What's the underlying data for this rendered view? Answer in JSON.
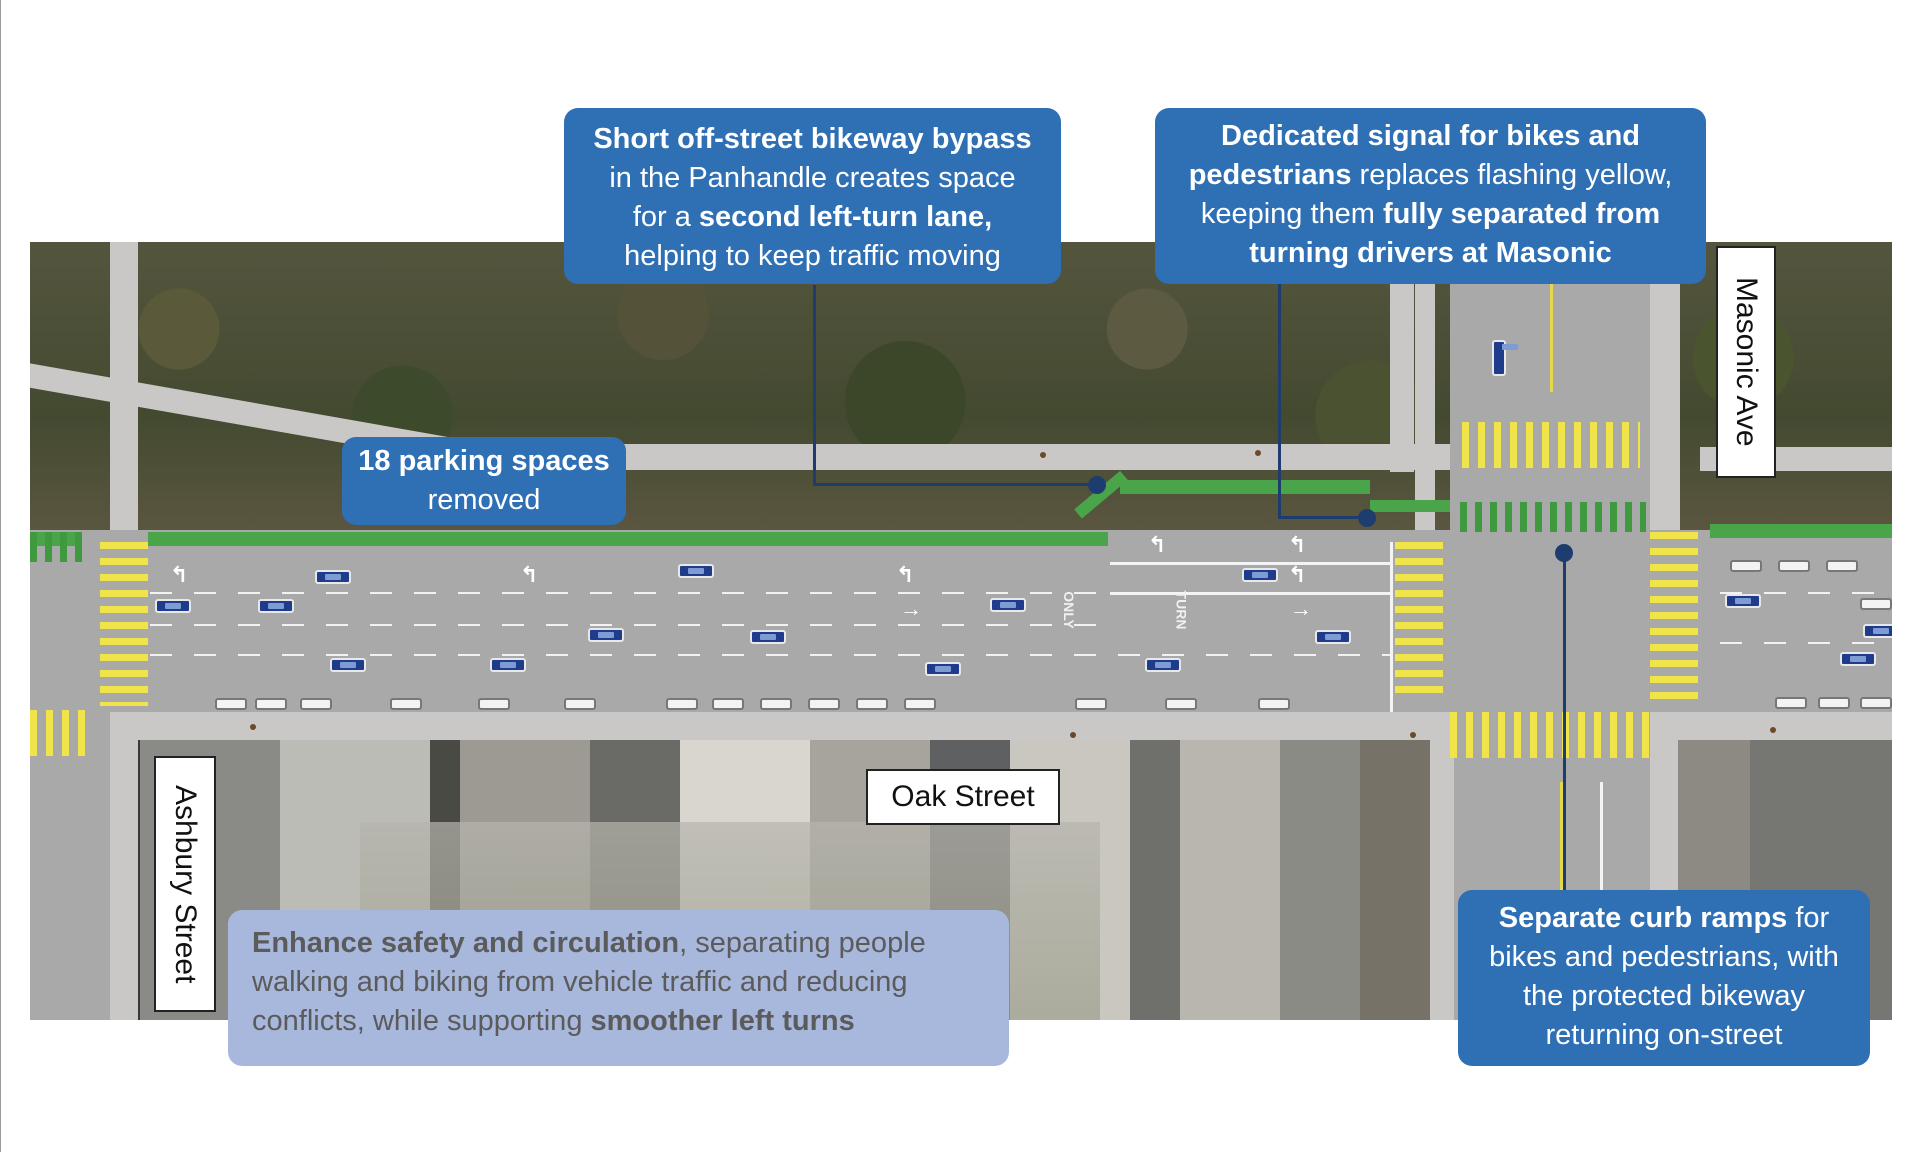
{
  "callouts": {
    "bypass": {
      "bold_1": "Short off-street bikeway bypass",
      "text_1": "in the Panhandle creates space",
      "text_2": "for a ",
      "bold_2": "second left-turn lane,",
      "text_3": "helping to keep traffic moving"
    },
    "signal": {
      "bold_1": "Dedicated signal for bikes and",
      "bold_2": "pedestrians",
      "text_1": " replaces flashing yellow,",
      "text_2": "keeping them ",
      "bold_3": "fully separated from",
      "bold_4": "turning drivers at Masonic"
    },
    "parking": {
      "bold_1": "18 parking spaces",
      "text_1": "removed"
    },
    "curb": {
      "bold_1": "Separate curb ramps",
      "text_1": " for",
      "text_2": "bikes and pedestrians, with",
      "text_3": "the protected bikeway",
      "text_4": "returning on-street"
    },
    "safety": {
      "bold_1": "Enhance safety and circulation",
      "text_1": ", separating people",
      "text_2": "walking and biking from vehicle traffic and reducing",
      "text_3": "conflicts, while supporting ",
      "bold_2": "smoother left turns"
    }
  },
  "street_labels": {
    "oak": "Oak Street",
    "ashbury": "Ashbury Street",
    "masonic": "Masonic Ave"
  },
  "pavement_markings": {
    "only": "ONLY",
    "turn": "TURN"
  },
  "colors": {
    "callout_blue": "#2f6fb4",
    "callout_light": "#a8b7dc",
    "bike_lane_green": "#4aa44a",
    "crosswalk_yellow": "#f1e44a",
    "leader_navy": "#1d3d6e"
  }
}
